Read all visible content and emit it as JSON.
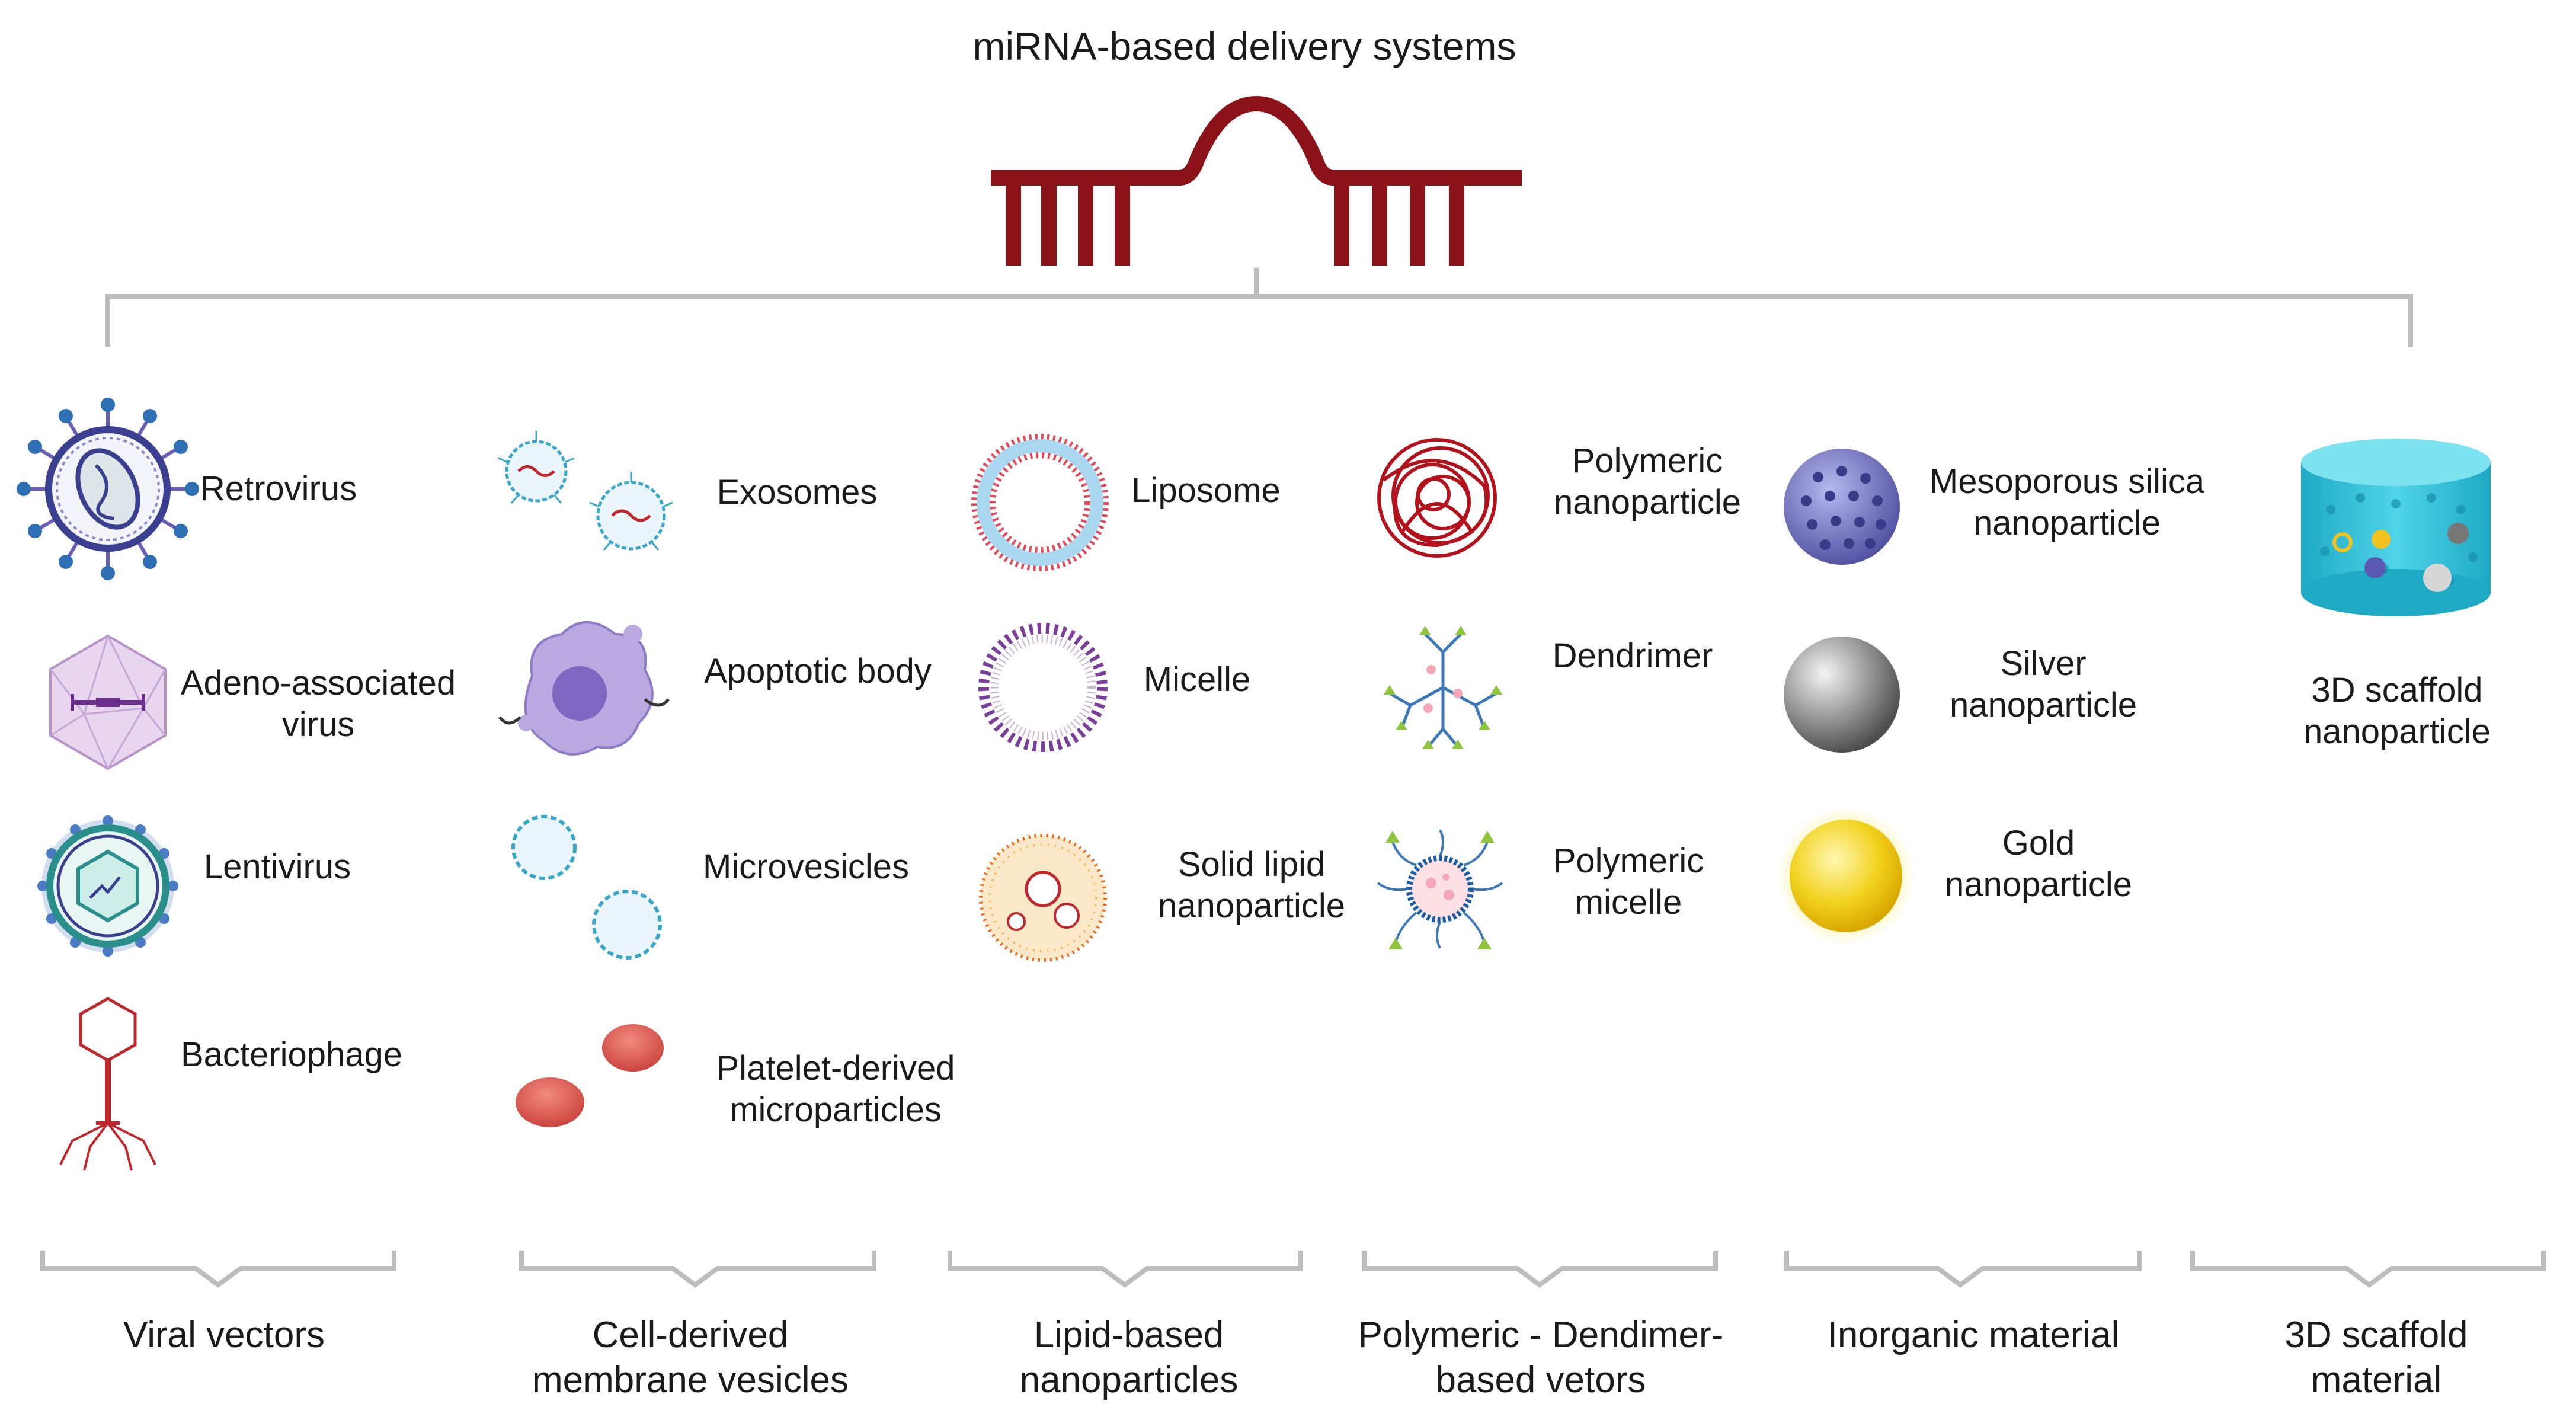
{
  "title": "miRNA-based delivery systems",
  "colors": {
    "mirna": "#8b1219",
    "connector": "#bdbdbd",
    "virus": "#3b3f8f",
    "exosome": "#3aa7c9",
    "liposome": "#e04a5a",
    "micelle": "#7a3f9a",
    "polymer": "#b3121c",
    "silica": "#5a5ab0",
    "silver": "#8f8f8f",
    "gold": "#f2d21e",
    "scaffold": "#2fc1d9",
    "platelet": "#e0564f"
  },
  "columns": [
    {
      "category": {
        "line1": "Viral vectors",
        "line2": ""
      },
      "items": [
        {
          "icon": "retrovirus-icon",
          "line1": "Retrovirus",
          "line2": ""
        },
        {
          "icon": "adeno-associated-virus-icon",
          "line1": "Adeno-associated",
          "line2": "virus"
        },
        {
          "icon": "lentivirus-icon",
          "line1": "Lentivirus",
          "line2": ""
        },
        {
          "icon": "bacteriophage-icon",
          "line1": "Bacteriophage",
          "line2": ""
        }
      ]
    },
    {
      "category": {
        "line1": "Cell-derived",
        "line2": "membrane vesicles"
      },
      "items": [
        {
          "icon": "exosomes-icon",
          "line1": "Exosomes",
          "line2": ""
        },
        {
          "icon": "apoptotic-body-icon",
          "line1": "Apoptotic body",
          "line2": ""
        },
        {
          "icon": "microvesicles-icon",
          "line1": "Microvesicles",
          "line2": ""
        },
        {
          "icon": "platelet-microparticles-icon",
          "line1": "Platelet-derived",
          "line2": "microparticles"
        }
      ]
    },
    {
      "category": {
        "line1": "Lipid-based",
        "line2": "nanoparticles"
      },
      "items": [
        {
          "icon": "liposome-icon",
          "line1": "Liposome",
          "line2": ""
        },
        {
          "icon": "micelle-icon",
          "line1": "Micelle",
          "line2": ""
        },
        {
          "icon": "solid-lipid-nanoparticle-icon",
          "line1": "Solid lipid",
          "line2": "nanoparticle"
        }
      ]
    },
    {
      "category": {
        "line1": "Polymeric - Dendimer-",
        "line2": "based vetors"
      },
      "items": [
        {
          "icon": "polymeric-nanoparticle-icon",
          "line1": "Polymeric",
          "line2": "nanoparticle"
        },
        {
          "icon": "dendrimer-icon",
          "line1": "Dendrimer",
          "line2": ""
        },
        {
          "icon": "polymeric-micelle-icon",
          "line1": "Polymeric",
          "line2": "micelle"
        }
      ]
    },
    {
      "category": {
        "line1": "Inorganic material",
        "line2": ""
      },
      "items": [
        {
          "icon": "mesoporous-silica-icon",
          "line1": "Mesoporous silica",
          "line2": "nanoparticle"
        },
        {
          "icon": "silver-nanoparticle-icon",
          "line1": "Silver",
          "line2": "nanoparticle"
        },
        {
          "icon": "gold-nanoparticle-icon",
          "line1": "Gold",
          "line2": "nanoparticle"
        }
      ]
    },
    {
      "category": {
        "line1": "3D scaffold",
        "line2": "material"
      },
      "items": [
        {
          "icon": "3d-scaffold-icon",
          "line1": "3D scaffold",
          "line2": "nanoparticle"
        }
      ]
    }
  ]
}
